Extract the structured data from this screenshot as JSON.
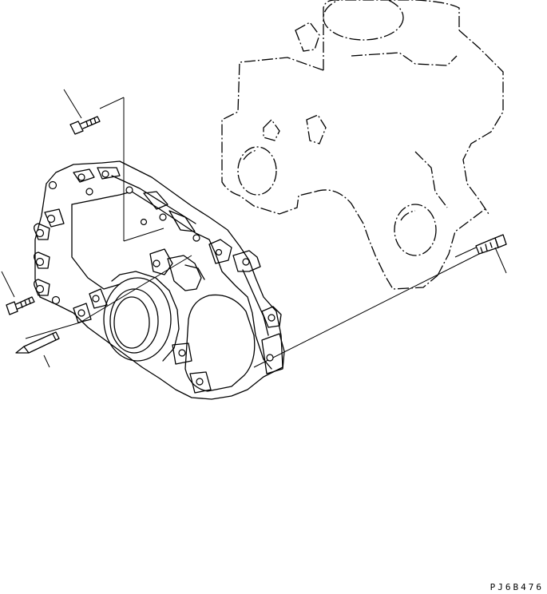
{
  "drawing": {
    "code": "PJ6B476",
    "line_color": "#000000",
    "background": "#ffffff"
  },
  "parts": [
    {
      "name": "engine-block",
      "style": "phantom"
    },
    {
      "name": "front-cover-case",
      "style": "solid"
    },
    {
      "name": "upper-cover-bolt",
      "style": "solid"
    },
    {
      "name": "side-cover-bolt",
      "style": "solid"
    },
    {
      "name": "dowel-pin",
      "style": "solid"
    },
    {
      "name": "long-through-bolt",
      "style": "solid"
    }
  ]
}
